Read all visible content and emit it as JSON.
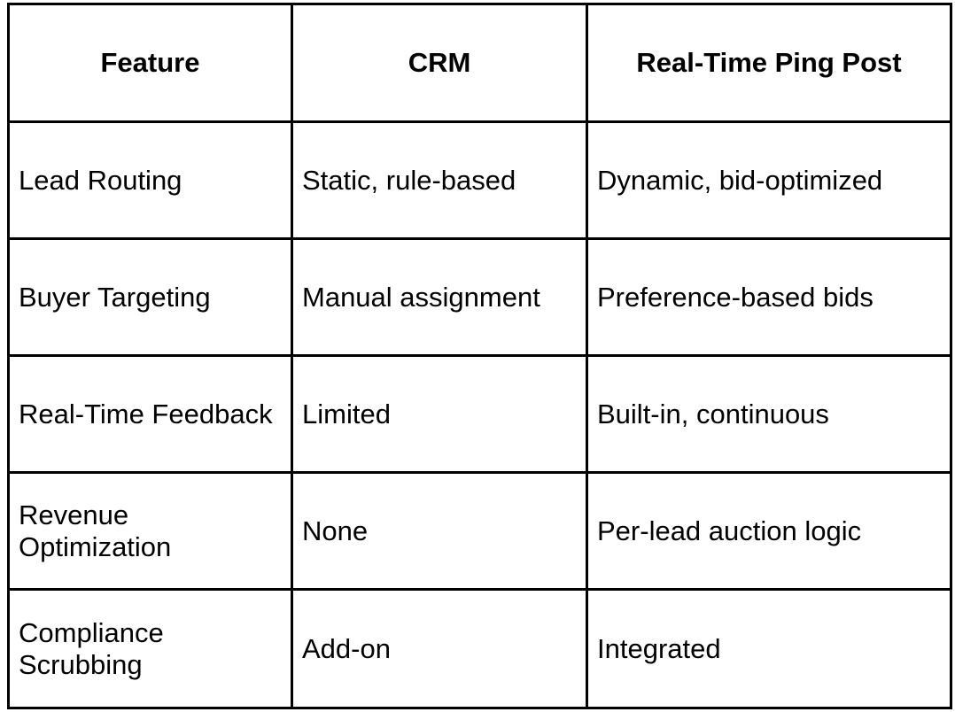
{
  "colors": {
    "border": "#000000",
    "text": "#000000",
    "background": "#ffffff"
  },
  "table": {
    "header": [
      "Feature",
      "CRM",
      "Real-Time Ping Post"
    ],
    "rows": [
      {
        "feature": "Lead Routing",
        "crm": "Static, rule-based",
        "ping_post": "Dynamic, bid-optimized"
      },
      {
        "feature": "Buyer Targeting",
        "crm": "Manual assignment",
        "ping_post": "Preference-based bids"
      },
      {
        "feature": "Real-Time Feedback",
        "crm": "Limited",
        "ping_post": "Built-in, continuous"
      },
      {
        "feature": "Revenue Optimization",
        "crm": "None",
        "ping_post": "Per-lead auction logic"
      },
      {
        "feature": "Compliance Scrubbing",
        "crm": "Add-on",
        "ping_post": "Integrated"
      }
    ]
  }
}
